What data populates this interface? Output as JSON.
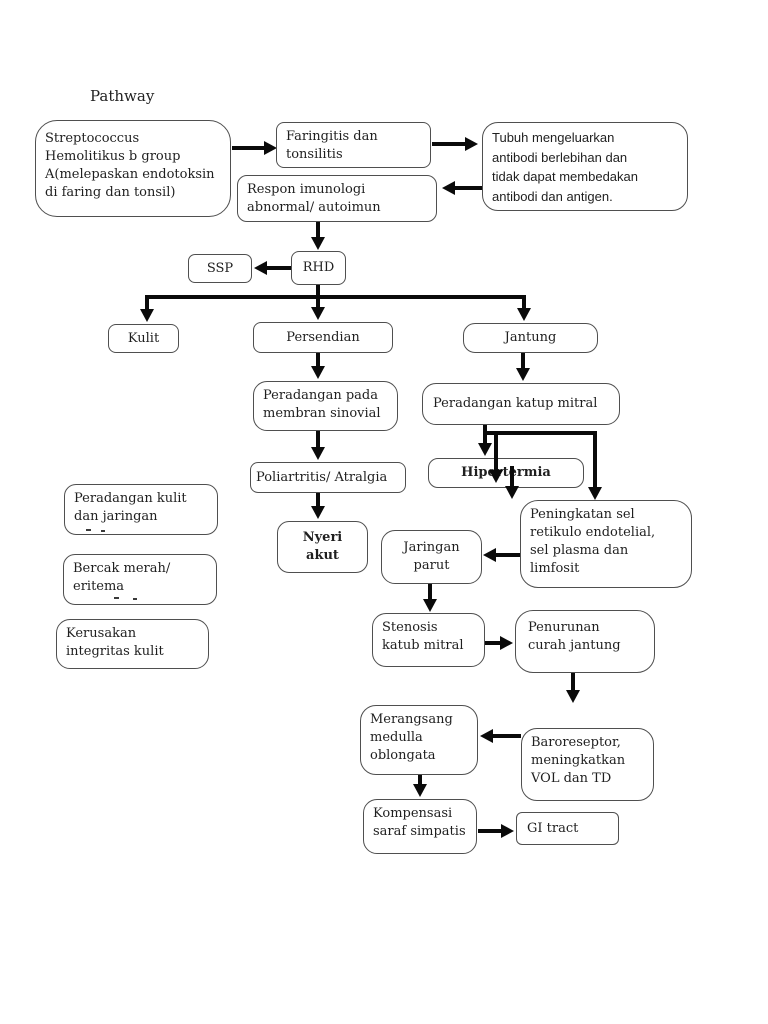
{
  "title": "Pathway",
  "nodes": {
    "strep": "Streptococcus\nHemolitikus b group\nA(melepaskan endotoksin\ndi faring dan tonsil)",
    "faringitis": "Faringitis dan\ntonsilitis",
    "respon": "Respon imunologi\nabnormal/ autoimun",
    "tubuh": "Tubuh mengeluarkan\nantibodi berlebihan dan\ntidak dapat membedakan\nantibodi dan antigen.",
    "ssp": "SSP",
    "rhd": "RHD",
    "kulit": "Kulit",
    "persendian": "Persendian",
    "jantung": "Jantung",
    "peradangan_membran": "Peradangan pada\nmembran sinovial",
    "poliartritis": "Poliartritis/ Atralgia",
    "nyeri_akut": "Nyeri\nakut",
    "peradangan_katup": "Peradangan katup mitral",
    "hipertermia": "Hipertermia",
    "peningkatan": "Peningkatan sel\nretikulo endotelial,\nsel plasma dan\nlimfosit",
    "jaringan_parut": "Jaringan\nparut",
    "stenosis": "Stenosis\nkatub mitral",
    "penurunan": "Penurunan\ncurah jantung",
    "merangsang": "Merangsang\nmedulla\noblongata",
    "baroreseptor": "Baroreseptor,\nmeningkatkan\nVOL dan TD",
    "kompensasi": "Kompensasi\nsaraf simpatis",
    "gi_tract": "GI tract",
    "peradangan_kulit": "Peradangan kulit\ndan jaringan",
    "bercak": "Bercak merah/\neritema",
    "kerusakan": "Kerusakan\nintegritas kulit"
  },
  "colors": {
    "background": "#ffffff",
    "box_border": "#4f4f4f",
    "arrow": "#0a0a0a",
    "text": "#1f1f1f"
  }
}
